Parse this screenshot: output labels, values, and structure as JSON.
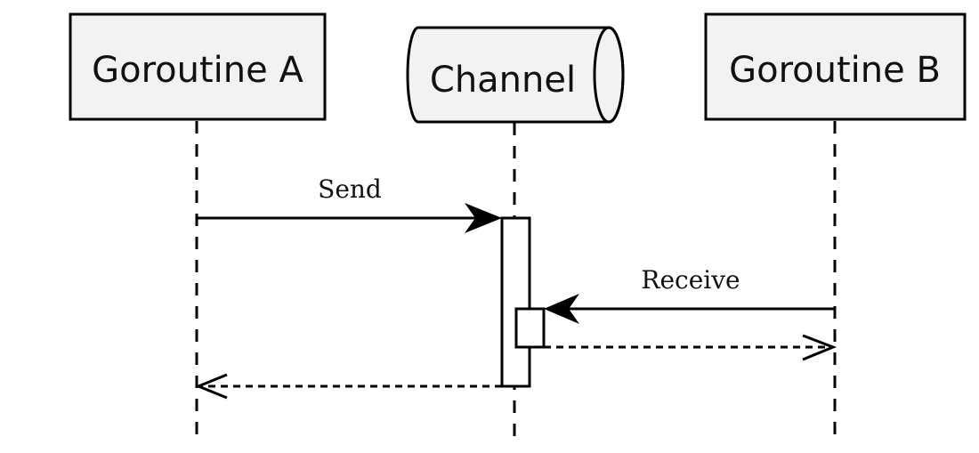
{
  "participants": {
    "goroutine_a": "Goroutine A",
    "channel": "Channel",
    "goroutine_b": "Goroutine B"
  },
  "messages": {
    "send": "Send",
    "receive": "Receive"
  }
}
